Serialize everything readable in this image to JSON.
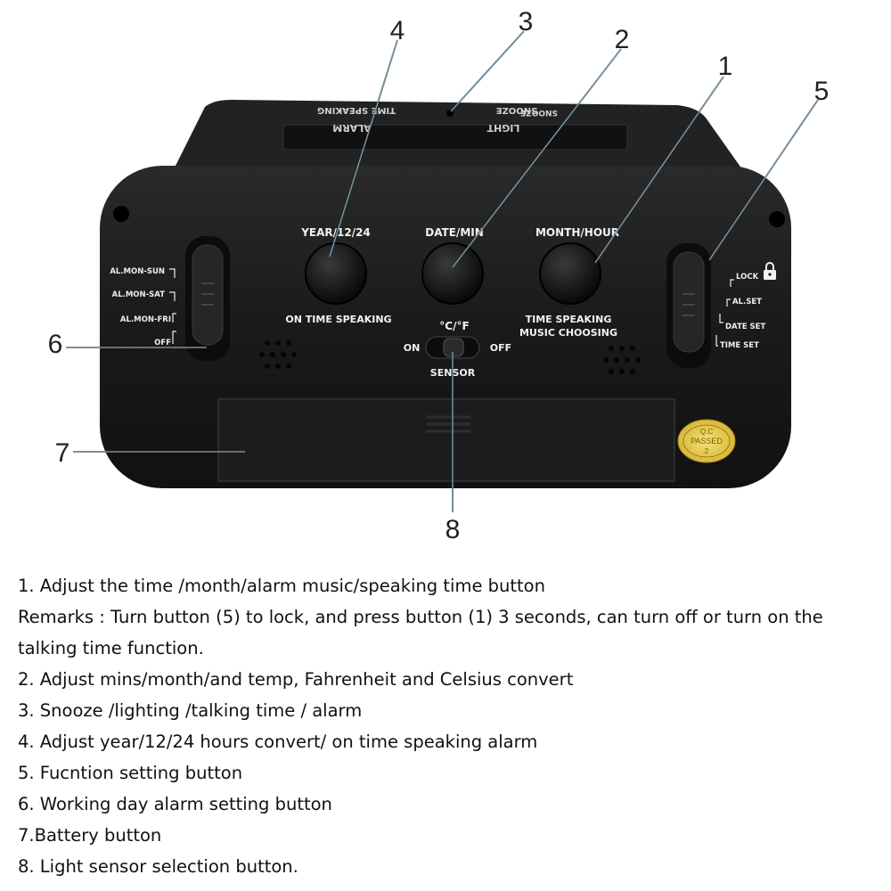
{
  "callouts": [
    "1",
    "2",
    "3",
    "4",
    "5",
    "6",
    "7",
    "8"
  ],
  "top_labels": {
    "snooze": "SNOOZE",
    "time_speaking": "TIME SPEAKING",
    "light": "LIGHT",
    "alarm": "ALARM"
  },
  "buttons": {
    "year_label": "YEAR/12/24",
    "date_label": "DATE/MIN",
    "month_label": "MONTH/HOUR",
    "on_time_speaking": "ON TIME SPEAKING",
    "time_speaking": "TIME SPEAKING",
    "music_choosing": "MUSIC CHOOSING"
  },
  "sensor": {
    "unit": "°C/°F",
    "on": "ON",
    "off": "OFF",
    "label": "SENSOR"
  },
  "left_switch": [
    "AL.MON-SUN",
    "AL.MON-SAT",
    "AL.MON-FRI",
    "OFF"
  ],
  "right_switch": [
    "LOCK",
    "AL.SET",
    "DATE SET",
    "TIME SET"
  ],
  "qc_sticker": {
    "line1": "Q.C",
    "line2": "PASSED",
    "line3": "2"
  },
  "notes": [
    "1. Adjust the time /month/alarm music/speaking time button",
    "Remarks : Turn button (5) to lock, and press button (1) 3 seconds, can turn off or turn on the talking time function.",
    "2. Adjust mins/month/and temp, Fahrenheit and Celsius convert",
    "3. Snooze /lighting /talking time / alarm",
    "4. Adjust year/12/24 hours convert/ on time speaking alarm",
    "5. Fucntion setting button",
    "6. Working day alarm setting button",
    "7.Battery button",
    "8. Light sensor selection button."
  ]
}
